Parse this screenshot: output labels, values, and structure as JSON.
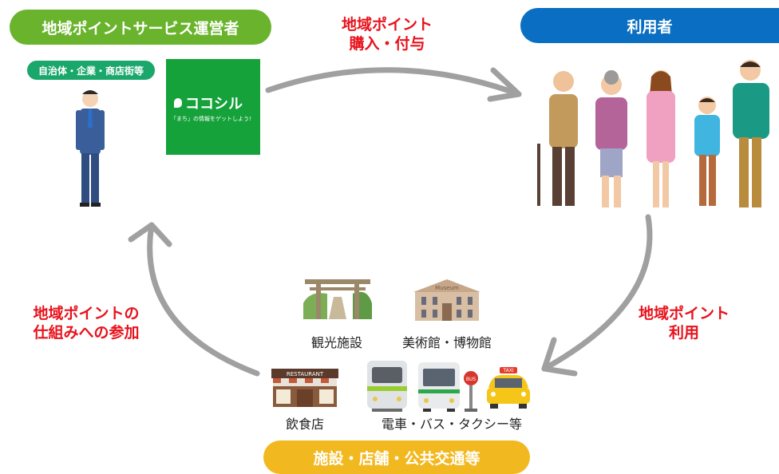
{
  "operator": {
    "title": "地域ポイントサービス運営者",
    "subtitle": "自治体・企業・商店街等",
    "logo_name": "ココシル",
    "logo_tagline": "「まち」の情報をゲットしよう!"
  },
  "user": {
    "title": "利用者"
  },
  "facilities": {
    "title": "施設・店舗・公共交通等",
    "items": [
      "観光施設",
      "美術館・博物館",
      "飲食店",
      "電車・バス・タクシー等"
    ],
    "museum_sign": "Museum",
    "restaurant_sign": "RESTAURANT",
    "bus_sign": "BUS",
    "taxi_sign": "TAXI"
  },
  "flows": {
    "top": [
      "地域ポイント",
      "購入・付与"
    ],
    "right": [
      "地域ポイント",
      "利用"
    ],
    "left": [
      "地域ポイントの",
      "仕組みへの参加"
    ]
  },
  "colors": {
    "operator_green": "#6ab42d",
    "user_blue": "#0a6fc2",
    "facility_yellow": "#f2b81f",
    "flow_red": "#e8121c",
    "logo_green": "#16a23a",
    "arrow_gray": "#9b9b9b"
  }
}
